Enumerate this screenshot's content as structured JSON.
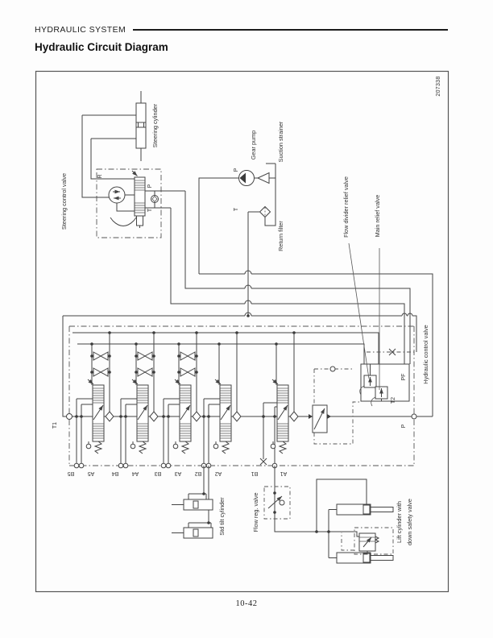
{
  "page": {
    "section_header": "HYDRAULIC SYSTEM",
    "title": "Hydraulic Circuit Diagram",
    "figure_number": "207338",
    "page_number": "10-42"
  },
  "labels": {
    "steering_cylinder": "Steering cylinder",
    "steering_control_valve": "Steering control valve",
    "gear_pump": "Gear pump",
    "suction_strainer": "Suction strainer",
    "return_filter": "Return filter",
    "flow_divider_relief_valve": "Flow divider relief valve",
    "main_relief_valve": "Main relief valve",
    "hydraulic_control_valve": "Hydraulic control valve",
    "std_tilt_cylinder": "Std tilt cylinder",
    "flow_reg_valve": "Flow reg. valve",
    "lift_cylinder_line1": "Lift cylinder with",
    "lift_cylinder_line2": "down safety valve"
  },
  "ports": {
    "steering_r": "R",
    "steering_p": "P",
    "steering_t": "T",
    "pump_p": "P",
    "return_t": "T",
    "t1": "T1",
    "pf": "PF",
    "t2": "T2",
    "inlet_p": "P",
    "work_ports": [
      "B5",
      "A5",
      "B4",
      "A4",
      "B3",
      "A3",
      "B2",
      "A2",
      "B1",
      "A1"
    ]
  }
}
